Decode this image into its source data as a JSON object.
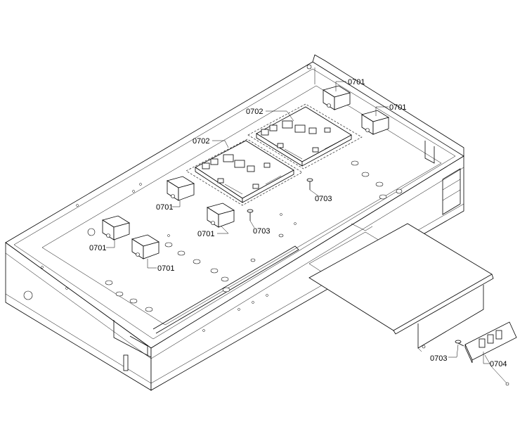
{
  "callouts": {
    "c1": "0701",
    "c2": "0701",
    "c3": "0702",
    "c4": "0702",
    "c5": "0701",
    "c6": "0703",
    "c7": "0701",
    "c8": "0703",
    "c9": "0701",
    "c10": "0701",
    "c11": "0703",
    "c12": "0704"
  }
}
